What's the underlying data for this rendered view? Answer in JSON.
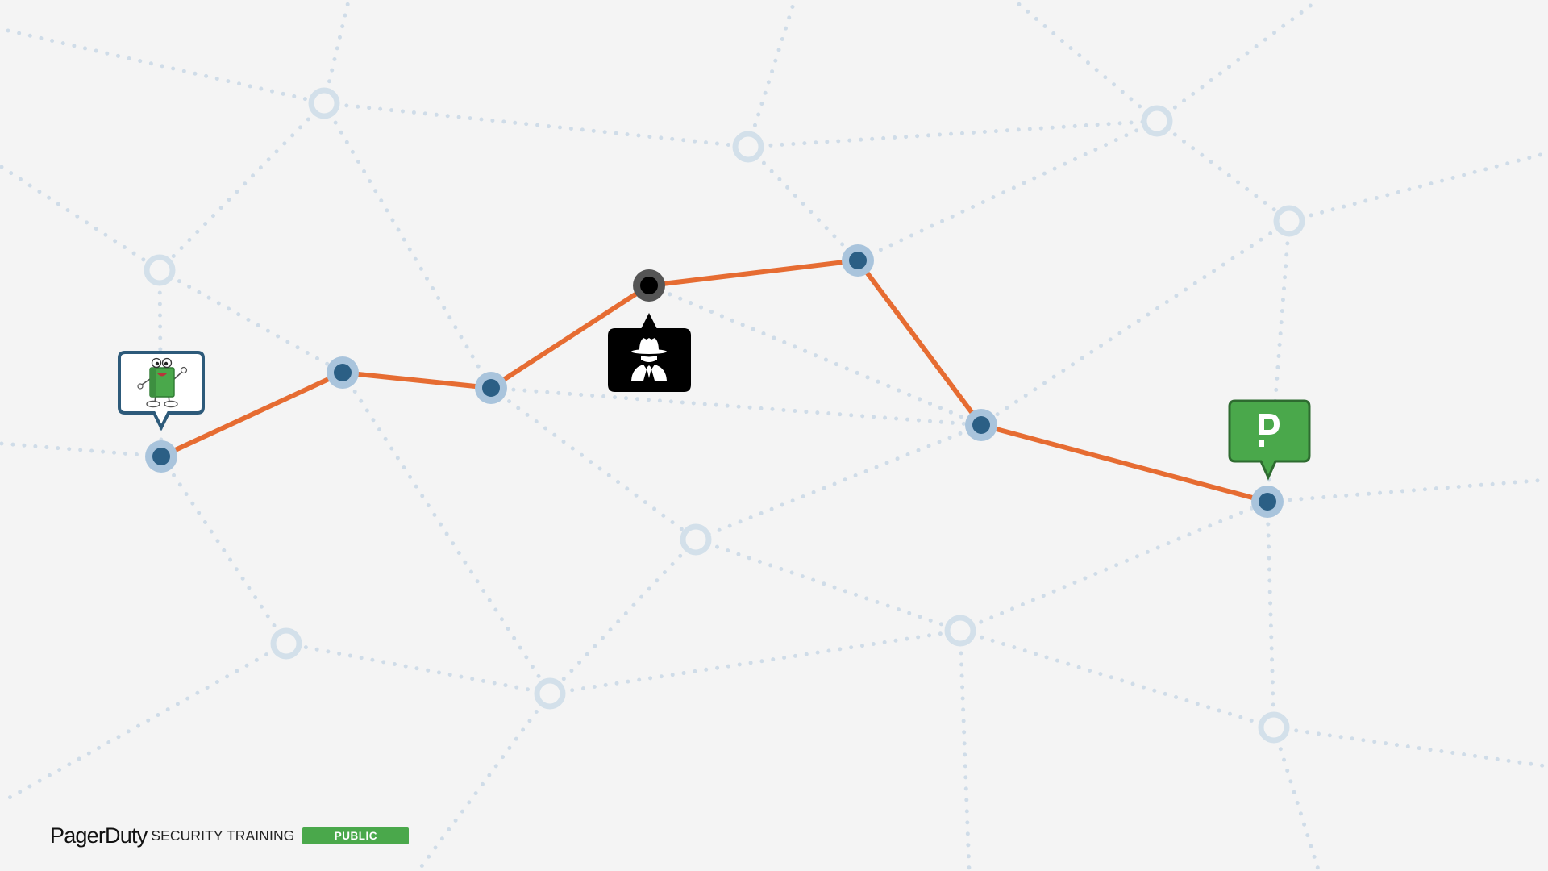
{
  "footer": {
    "brand": "PagerDuty",
    "subtitle": "SECURITY TRAINING",
    "badge": "PUBLIC"
  },
  "colors": {
    "background": "#f4f4f4",
    "network_dots": "#cfdce8",
    "path": "#e66c32",
    "node_fill": "#2b5f85",
    "node_ring": "#a9c4dc",
    "attacker_node": "#000000",
    "brand_green": "#4aa84b",
    "mascot_border": "#2d5a7a"
  },
  "icons": {
    "start": "mascot-icon",
    "attacker": "spy-icon",
    "destination": "pagerduty-logo-icon"
  }
}
